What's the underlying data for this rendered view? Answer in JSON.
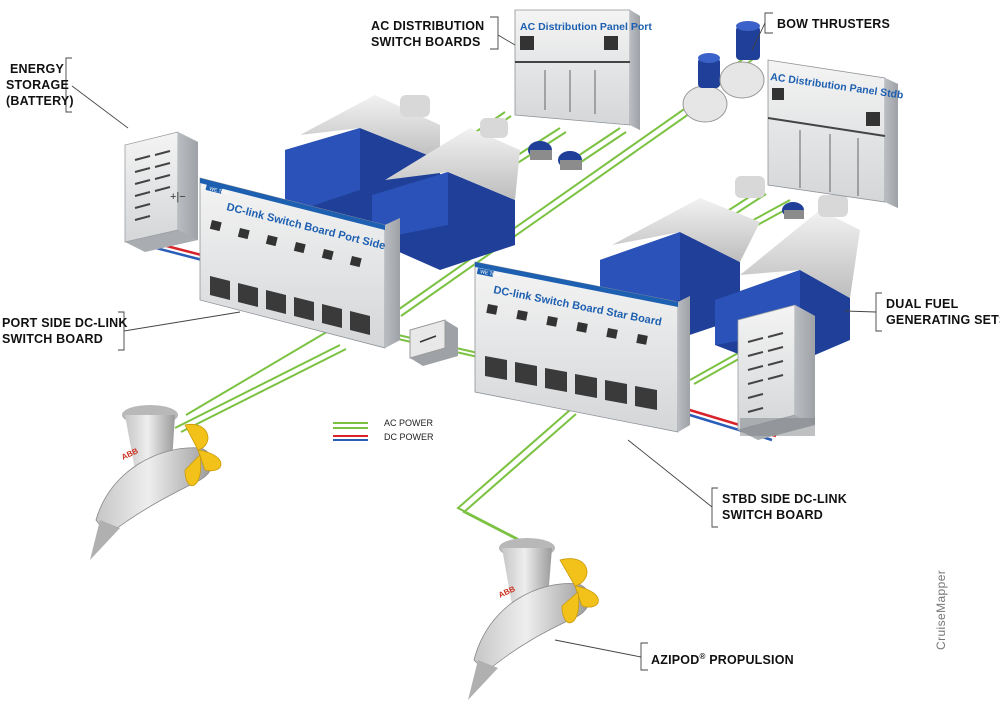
{
  "labels": {
    "energy_storage": [
      "ENERGY",
      "STORAGE",
      "(BATTERY)"
    ],
    "ac_distribution": [
      "AC DISTRIBUTION",
      "SWITCH BOARDS"
    ],
    "bow_thrusters": [
      "BOW THRUSTERS"
    ],
    "port_dc_link": [
      "PORT SIDE DC-LINK",
      "SWITCH BOARD"
    ],
    "dual_fuel": [
      "DUAL FUEL",
      "GENERATING SETS"
    ],
    "stbd_dc_link": [
      "STBD SIDE DC-LINK",
      "SWITCH BOARD"
    ],
    "azipod": "AZIPOD",
    "azipod_sup": "®",
    "azipod_rest": " PROPULSION"
  },
  "panels": {
    "ac_port": "AC Distribution Panel Port",
    "ac_stbd": "AC Distribution Panel Stdb",
    "dc_port": "DC-link Switch Board Port Side",
    "dc_star": "DC-link Switch Board Star Board",
    "brand": "WE Tech"
  },
  "thruster_logo": "ABB",
  "legend": {
    "ac": "AC POWER",
    "dc": "DC POWER"
  },
  "watermark": "CruiseMapper",
  "colors": {
    "ac_power": "#7cc242",
    "dc_positive": "#d9232b",
    "dc_negative": "#2a5db8",
    "generator_blue": "#1f3f99",
    "panel_title_blue": "#1d5fb0",
    "propeller_yellow": "#f2c21a"
  }
}
